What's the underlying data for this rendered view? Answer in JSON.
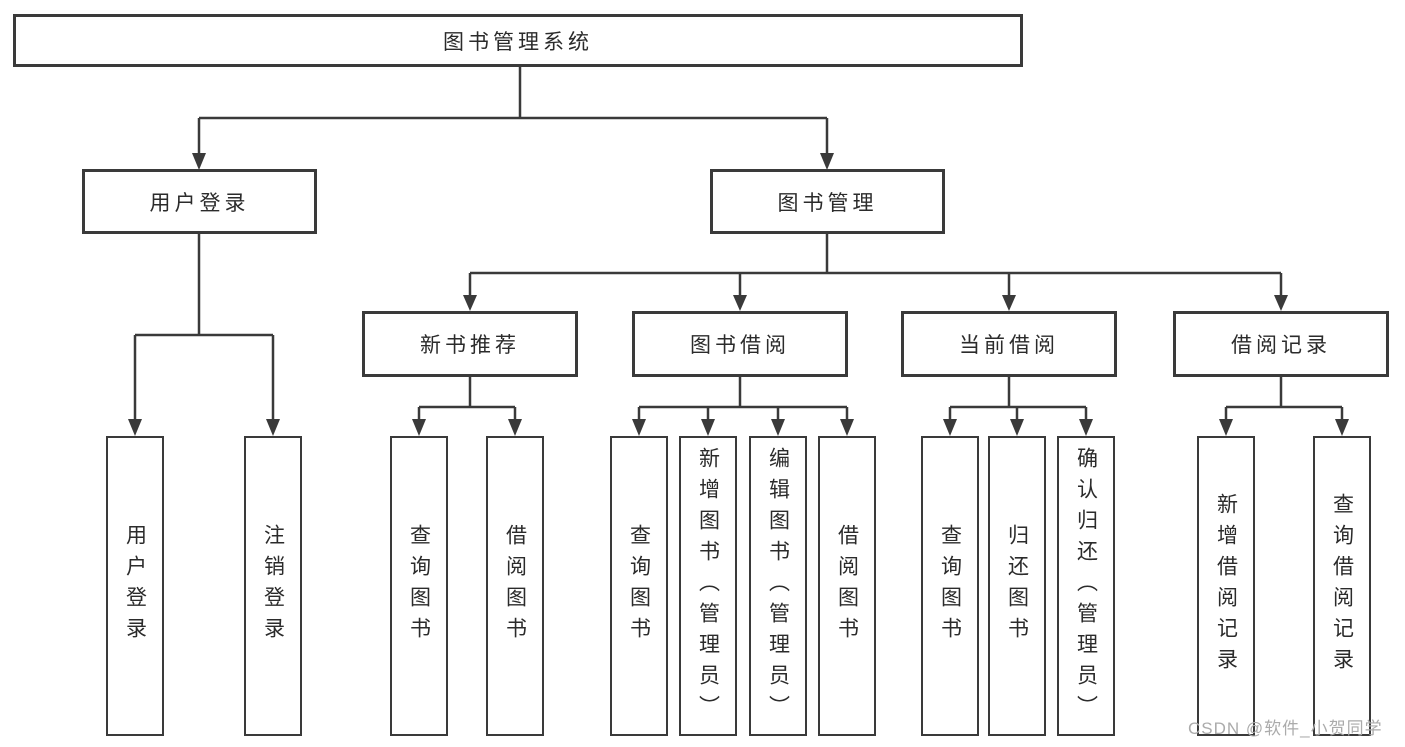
{
  "root": {
    "label": "图书管理系统"
  },
  "level2": {
    "user_login": {
      "label": "用户登录"
    },
    "book_management": {
      "label": "图书管理"
    }
  },
  "level3": {
    "new_book_recommend": {
      "label": "新书推荐"
    },
    "book_borrow": {
      "label": "图书借阅"
    },
    "current_borrow": {
      "label": "当前借阅"
    },
    "borrow_records": {
      "label": "借阅记录"
    }
  },
  "subtrees": {
    "user_login": [
      "用户登录",
      "注销登录"
    ],
    "new_book_recommend": [
      "查询图书",
      "借阅图书"
    ],
    "book_borrow": [
      "查询图书",
      "新增图书（管理员）",
      "编辑图书（管理员）",
      "借阅图书"
    ],
    "current_borrow": [
      "查询图书",
      "归还图书",
      "确认归还（管理员）"
    ],
    "borrow_records": [
      "新增借阅记录",
      "查询借阅记录"
    ]
  },
  "watermark": {
    "text": "CSDN @软件_小贺同学"
  },
  "colors": {
    "line": "#3a3a3a",
    "box_border": "#3a3a3a",
    "text": "#2b2b2b",
    "watermark": "#ababab",
    "background": "#ffffff"
  }
}
